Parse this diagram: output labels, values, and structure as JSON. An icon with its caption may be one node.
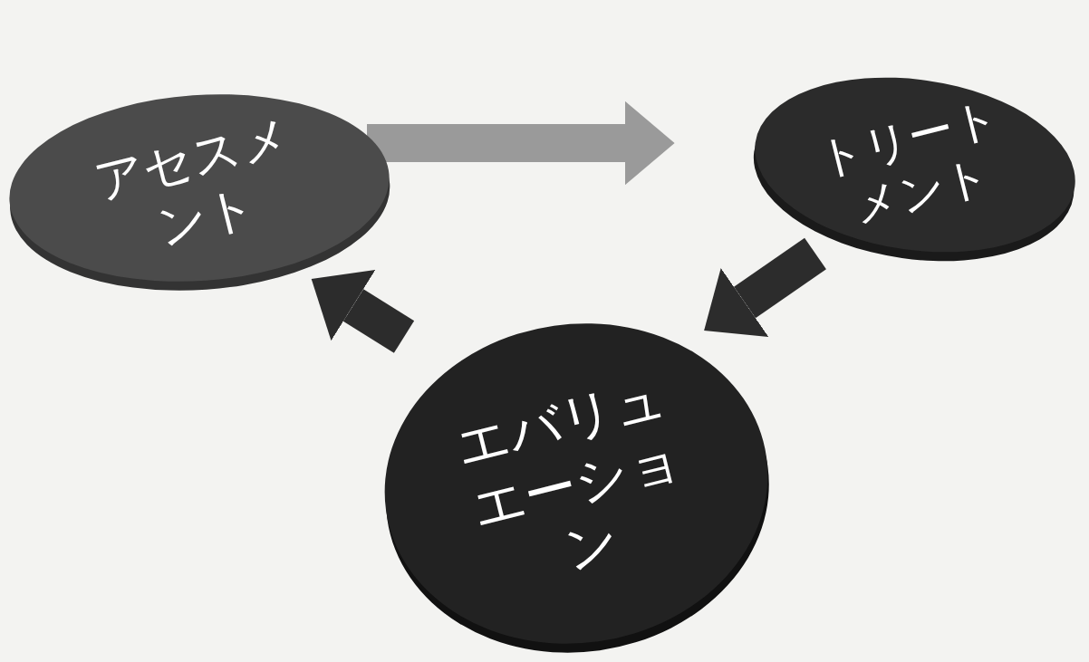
{
  "diagram": {
    "nodes": [
      {
        "text": [
          "アセスメント"
        ]
      },
      {
        "text": [
          "トリートメント"
        ]
      },
      {
        "text": [
          "エバリュエーション"
        ]
      }
    ],
    "edges": [
      {
        "from": 0,
        "to": 1,
        "arrow": "to",
        "color": "#9a9a9a"
      },
      {
        "from": 1,
        "to": 2,
        "arrow": "to"
      },
      {
        "from": 2,
        "to": 0,
        "arrow": "to"
      }
    ]
  }
}
